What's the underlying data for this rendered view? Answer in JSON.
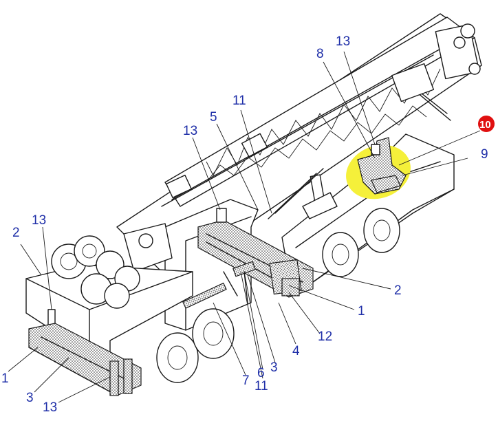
{
  "labels": [
    {
      "id": "lbl-13-top",
      "text": "13"
    },
    {
      "id": "lbl-8",
      "text": "8"
    },
    {
      "id": "lbl-11-top",
      "text": "11"
    },
    {
      "id": "lbl-5",
      "text": "5"
    },
    {
      "id": "lbl-13-mid",
      "text": "13"
    },
    {
      "id": "lbl-10",
      "text": "10"
    },
    {
      "id": "lbl-9",
      "text": "9"
    },
    {
      "id": "lbl-2-left",
      "text": "2"
    },
    {
      "id": "lbl-13-left",
      "text": "13"
    },
    {
      "id": "lbl-2-right",
      "text": "2"
    },
    {
      "id": "lbl-1-right",
      "text": "1"
    },
    {
      "id": "lbl-12",
      "text": "12"
    },
    {
      "id": "lbl-4",
      "text": "4"
    },
    {
      "id": "lbl-3-right",
      "text": "3"
    },
    {
      "id": "lbl-6",
      "text": "6"
    },
    {
      "id": "lbl-11-bottom",
      "text": "11"
    },
    {
      "id": "lbl-7",
      "text": "7"
    },
    {
      "id": "lbl-1-left",
      "text": "1"
    },
    {
      "id": "lbl-3-left",
      "text": "3"
    },
    {
      "id": "lbl-13-bottom",
      "text": "13"
    }
  ],
  "colors": {
    "label": "#1f2fa8",
    "highlight": "#f5f03a",
    "badge": "#e01010",
    "ink": "#1a1a1a"
  }
}
